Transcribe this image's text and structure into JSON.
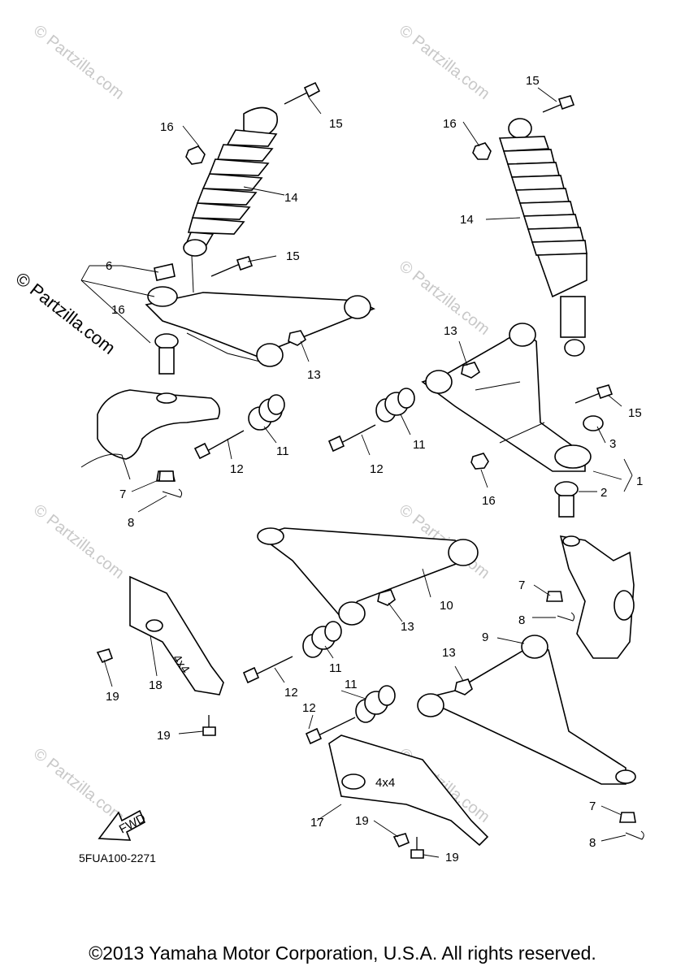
{
  "watermark": "© Partzilla.com",
  "diagram_code": "5FUA100-2271",
  "fwd_label": "FWD",
  "decal_text": "4x4",
  "copyright": "©2013 Yamaha Motor Corporation, U.S.A. All rights reserved.",
  "callouts": [
    "1",
    "2",
    "3",
    "6",
    "7",
    "7",
    "7",
    "8",
    "8",
    "8",
    "9",
    "10",
    "11",
    "11",
    "11",
    "11",
    "12",
    "12",
    "12",
    "12",
    "13",
    "13",
    "13",
    "13",
    "14",
    "14",
    "15",
    "15",
    "15",
    "15",
    "16",
    "16",
    "16",
    "16",
    "17",
    "18",
    "19",
    "19",
    "19",
    "19"
  ]
}
